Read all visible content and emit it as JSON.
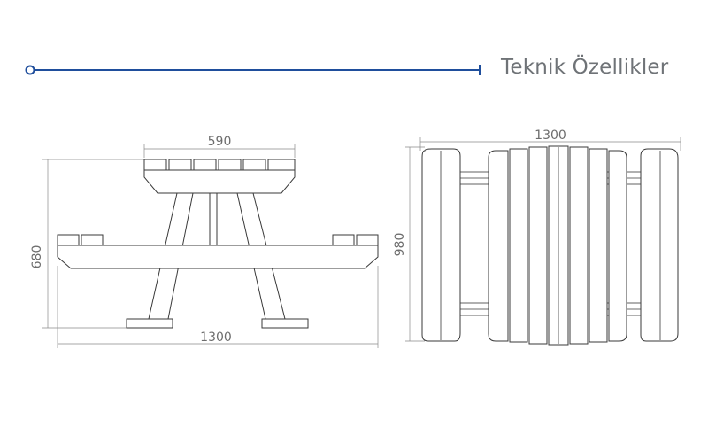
{
  "header": {
    "title": "Teknik Özellikler",
    "accent_color": "#1f4e9c"
  },
  "side_view": {
    "top_width": "590",
    "height": "680",
    "total_width": "1300"
  },
  "top_view": {
    "width": "1300",
    "depth": "980"
  }
}
